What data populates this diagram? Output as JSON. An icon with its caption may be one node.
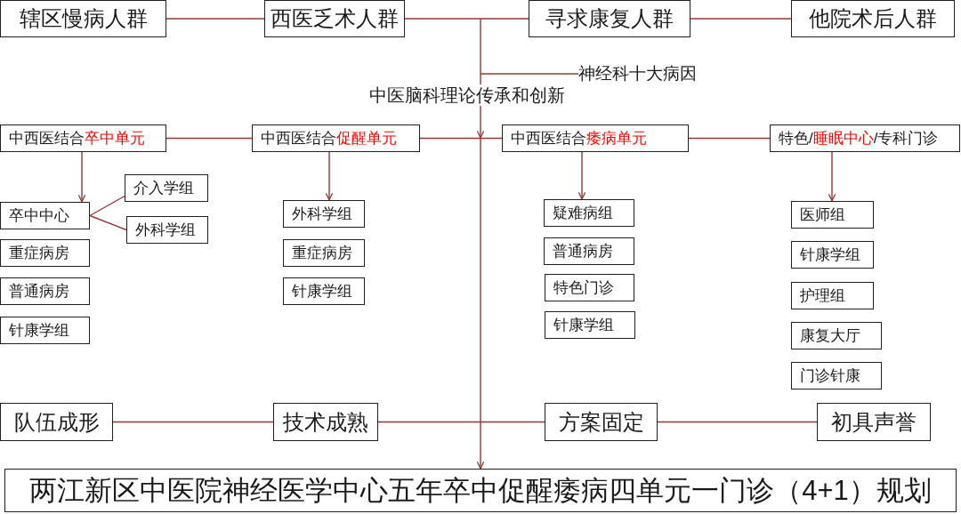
{
  "diagram": {
    "nodes": [
      {
        "text": [
          "辖区慢病人群"
        ]
      },
      {
        "text": [
          "西医乏术人群"
        ]
      },
      {
        "text": [
          "寻求康复人群"
        ]
      },
      {
        "text": [
          "他院术后人群"
        ]
      },
      {
        "text": [
          "神经科十大病因"
        ]
      },
      {
        "text": [
          "中西医结合卒中单元"
        ]
      },
      {
        "text": [
          "中西医结合促醒单元"
        ]
      },
      {
        "text": [
          "中西医结合痿病单元"
        ]
      },
      {
        "text": [
          "特色/睡眠中心/专科门诊"
        ]
      },
      {
        "text": [
          "卒中中心"
        ]
      },
      {
        "text": [
          "介入学组"
        ]
      },
      {
        "text": [
          "外科学组"
        ]
      },
      {
        "text": [
          "重症病房"
        ]
      },
      {
        "text": [
          "普通病房"
        ]
      },
      {
        "text": [
          "针康学组"
        ]
      },
      {
        "text": [
          "外科学组"
        ]
      },
      {
        "text": [
          "重症病房"
        ]
      },
      {
        "text": [
          "针康学组"
        ]
      },
      {
        "text": [
          "疑难病组"
        ]
      },
      {
        "text": [
          "普通病房"
        ]
      },
      {
        "text": [
          "特色门诊"
        ]
      },
      {
        "text": [
          "针康学组"
        ]
      },
      {
        "text": [
          "医师组"
        ]
      },
      {
        "text": [
          "针康学组"
        ]
      },
      {
        "text": [
          "护理组"
        ]
      },
      {
        "text": [
          "康复大厅"
        ]
      },
      {
        "text": [
          "门诊针康"
        ]
      },
      {
        "text": [
          "队伍成形"
        ]
      },
      {
        "text": [
          "技术成熟"
        ]
      },
      {
        "text": [
          "方案固定"
        ]
      },
      {
        "text": [
          "初具声誉"
        ]
      },
      {
        "text": [
          "两江新区中医院神经医学中心五年卒中促醒痿病四单元一门诊（4+1）规划"
        ]
      }
    ],
    "edges": [
      {
        "from": 0,
        "to": 1,
        "arrow": "none"
      },
      {
        "from": 1,
        "to": 2,
        "arrow": "none"
      },
      {
        "from": 2,
        "to": 3,
        "arrow": "none"
      },
      {
        "from": null,
        "to": 31,
        "arrow": "to"
      },
      {
        "from": null,
        "to": 4,
        "arrow": "none"
      },
      {
        "from": 5,
        "to": 6,
        "arrow": "none"
      },
      {
        "from": 6,
        "to": 7,
        "arrow": "none"
      },
      {
        "from": 7,
        "to": 8,
        "arrow": "none"
      },
      {
        "from": 5,
        "to": 9,
        "arrow": "to"
      },
      {
        "from": 9,
        "to": 10,
        "arrow": "none"
      },
      {
        "from": 9,
        "to": 11,
        "arrow": "none"
      },
      {
        "from": 6,
        "to": 15,
        "arrow": "to"
      },
      {
        "from": 7,
        "to": 18,
        "arrow": "to"
      },
      {
        "from": 8,
        "to": 22,
        "arrow": "to"
      },
      {
        "from": 27,
        "to": 28,
        "arrow": "none"
      },
      {
        "from": 28,
        "to": 29,
        "arrow": "none"
      },
      {
        "from": 29,
        "to": 30,
        "arrow": "none"
      }
    ],
    "labels": [
      "中医脑科理论传承和创新"
    ]
  }
}
